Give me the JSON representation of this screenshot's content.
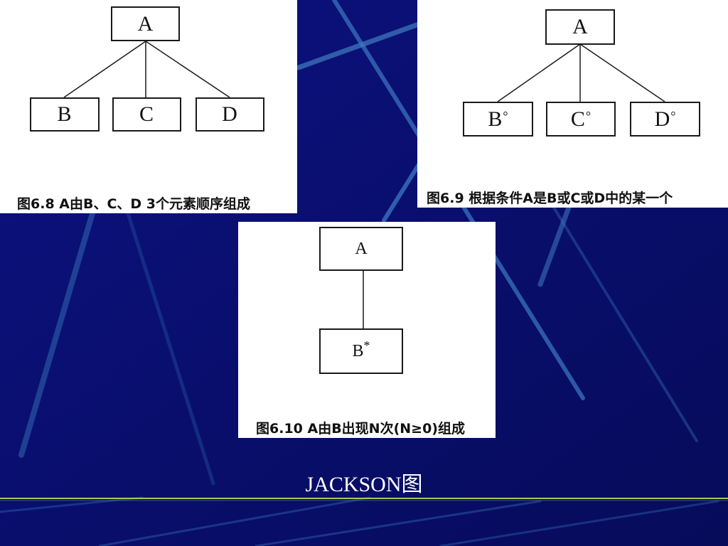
{
  "colors": {
    "background": "#0a0f6e",
    "panel": "#ffffff",
    "line": "#1a1a1a",
    "accent_line": "#a8c850"
  },
  "figures": [
    {
      "root": "A",
      "children": [
        {
          "label": "B",
          "mark": ""
        },
        {
          "label": "C",
          "mark": ""
        },
        {
          "label": "D",
          "mark": ""
        }
      ],
      "caption": "图6.8 A由B、C、D 3个元素顺序组成"
    },
    {
      "root": "A",
      "children": [
        {
          "label": "B",
          "mark": "°"
        },
        {
          "label": "C",
          "mark": "°"
        },
        {
          "label": "D",
          "mark": "°"
        }
      ],
      "caption": "图6.9 根据条件A是B或C或D中的某一个"
    },
    {
      "root": "A",
      "children": [
        {
          "label": "B",
          "mark": "*"
        }
      ],
      "caption": "图6.10 A由B出现N次(N≥0)组成"
    }
  ],
  "footer": {
    "title": "JACKSON图"
  }
}
